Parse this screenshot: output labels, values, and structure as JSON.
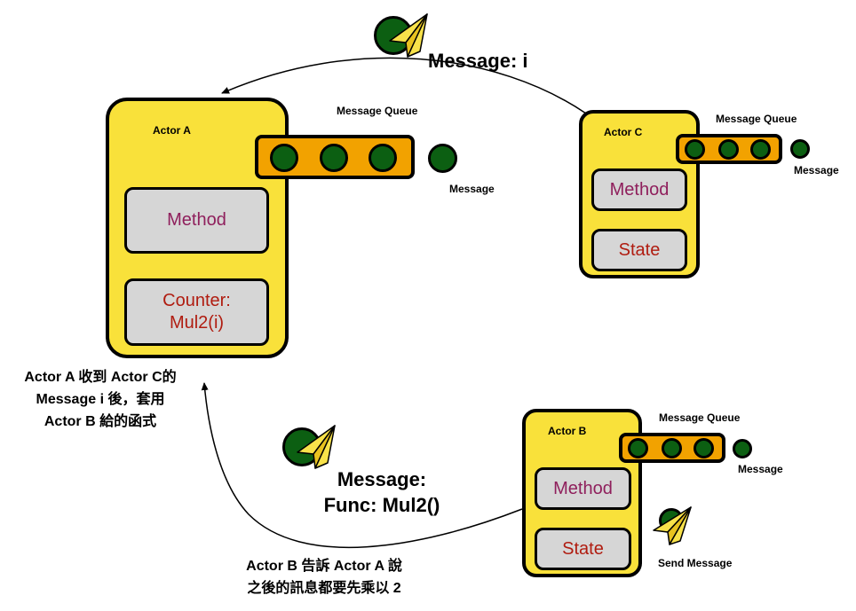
{
  "actor_a": {
    "title": "Actor A",
    "method": "Method",
    "state": "Counter: Mul2(i)",
    "queue_label": "Message Queue",
    "message_label": "Message"
  },
  "actor_b": {
    "title": "Actor B",
    "method": "Method",
    "state": "State",
    "queue_label": "Message Queue",
    "message_label": "Message",
    "send_label": "Send Message"
  },
  "actor_c": {
    "title": "Actor C",
    "method": "Method",
    "state": "State",
    "queue_label": "Message Queue",
    "message_label": "Message"
  },
  "message_c_to_a": "Message: i",
  "message_b_to_a": {
    "line1": "Message:",
    "line2": "Func: Mul2()"
  },
  "caption_a": {
    "line1": "Actor A 收到 Actor C的",
    "line2": "Message i 後，套用",
    "line3": "Actor B 給的函式"
  },
  "caption_b": {
    "line1": "Actor B 告訴 Actor A 說",
    "line2": "之後的訊息都要先乘以 2"
  },
  "colors": {
    "actor_fill": "#f9e13a",
    "queue_fill": "#f2a200",
    "message_dot": "#0c5f12",
    "method_text": "#8f1f5c",
    "state_text": "#b01c10",
    "box_fill": "#d6d6d6"
  },
  "icons": [
    "paper-plane-icon",
    "message-dot-icon"
  ]
}
